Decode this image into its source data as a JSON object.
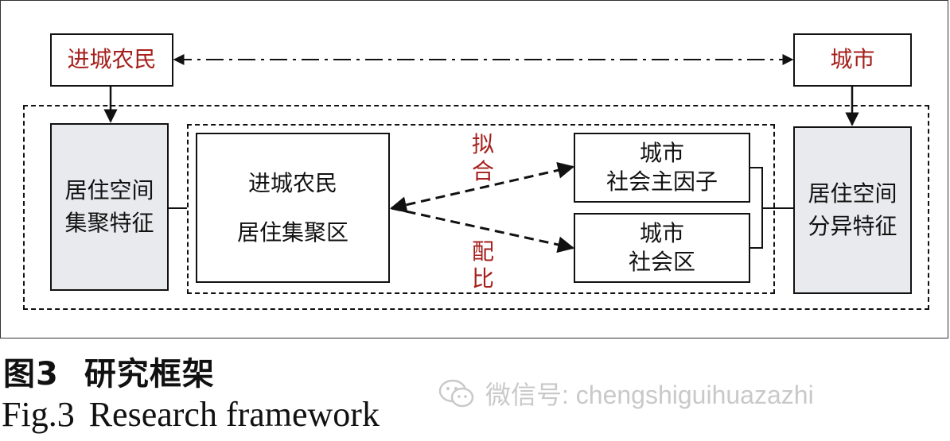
{
  "diagram": {
    "top_left_box": "进城农民",
    "top_right_box": "城市",
    "left_feature_box": [
      "居住空间",
      "集聚特征"
    ],
    "right_feature_box": [
      "居住空间",
      "分异特征"
    ],
    "center_box": [
      "进城农民",
      "居住集聚区"
    ],
    "upper_right_box": [
      "城市",
      "社会主因子"
    ],
    "lower_right_box": [
      "城市",
      "社会区"
    ],
    "label_fit": [
      "拟",
      "合"
    ],
    "label_match": [
      "配",
      "比"
    ],
    "colors": {
      "accent_text": "#a5201c",
      "feature_fill": "#e8eaed",
      "line": "#111111"
    }
  },
  "caption": {
    "cn_number": "图3",
    "cn_title": "研究框架",
    "en_number": "Fig.3",
    "en_title": "Research framework"
  },
  "watermark": {
    "icon": "wechat-icon",
    "text": "微信号: chengshiguihuazazhi"
  }
}
